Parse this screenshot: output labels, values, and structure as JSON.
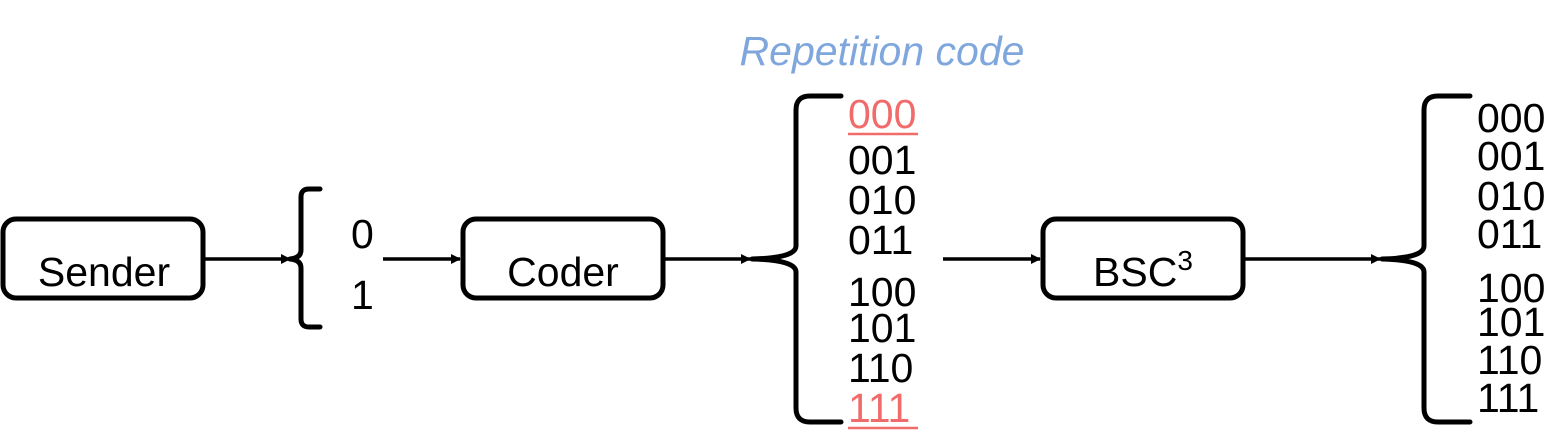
{
  "colors": {
    "title": "#7fa7dd",
    "highlight": "#f26b6b",
    "ink": "#000000"
  },
  "title": "Repetition code",
  "nodes": {
    "sender": "Sender",
    "coder": "Coder",
    "bsc": "BSC",
    "bsc_superscript": "3"
  },
  "input_bits": [
    "0",
    "1"
  ],
  "codewords_out": [
    {
      "text": "000",
      "highlight": true
    },
    {
      "text": "001",
      "highlight": false
    },
    {
      "text": "010",
      "highlight": false
    },
    {
      "text": "011",
      "highlight": false
    },
    {
      "text": "100",
      "highlight": false
    },
    {
      "text": "101",
      "highlight": false
    },
    {
      "text": "110",
      "highlight": false
    },
    {
      "text": "111",
      "highlight": true
    }
  ],
  "channel_out": [
    "000",
    "001",
    "010",
    "011",
    "100",
    "101",
    "110",
    "111"
  ]
}
